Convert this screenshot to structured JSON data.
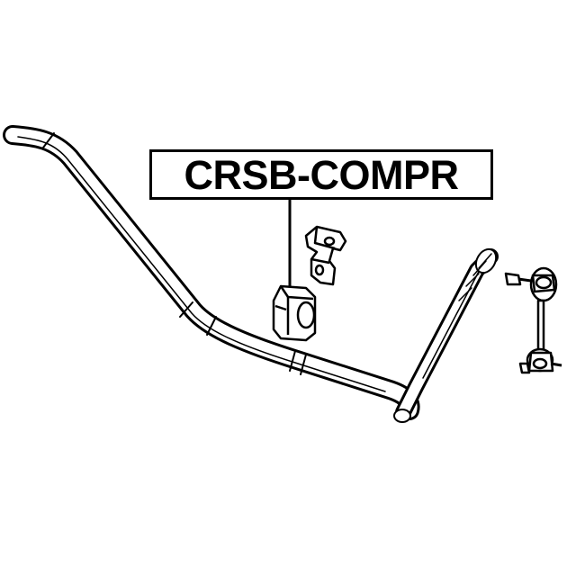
{
  "part_label": "CRSB-COMPR",
  "colors": {
    "line": "#000000",
    "fill": "#ffffff"
  },
  "parts": {
    "stabilizer_bar": "stabilizer-bar",
    "bushing": "bushing",
    "bracket": "bracket",
    "stabilizer_link": "stabilizer-link"
  }
}
